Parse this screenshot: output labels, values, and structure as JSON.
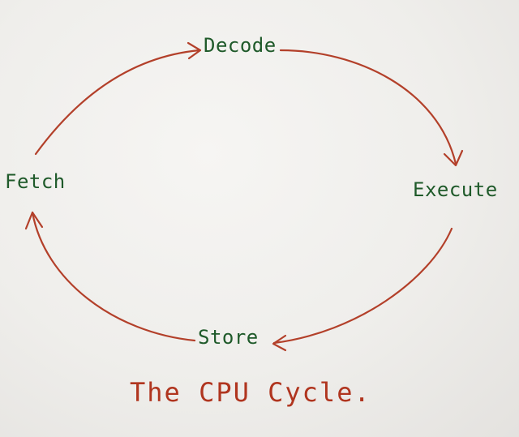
{
  "title": "The CPU Cycle.",
  "nodes": {
    "decode": "Decode",
    "execute": "Execute",
    "fetch": "Fetch",
    "store": "Store"
  },
  "colors": {
    "arrows": "#b3402a",
    "node_text": "#1f5a2a",
    "title_text": "#b0351f"
  }
}
